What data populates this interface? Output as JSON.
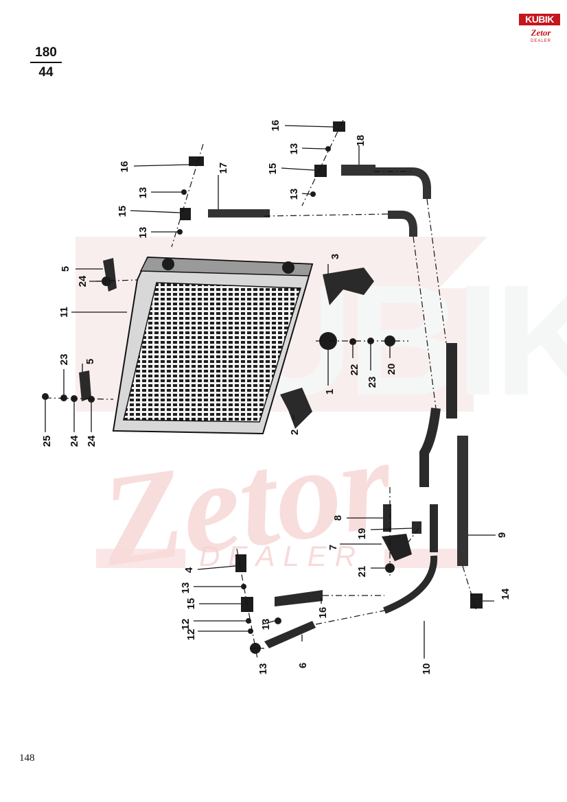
{
  "header": {
    "sheet_number": "180",
    "sheet_sub": "44",
    "dealer_logo": {
      "name": "KUBIK",
      "brand": "Zetor",
      "sub": "DEALER",
      "color": "#c4161c"
    }
  },
  "watermark": {
    "name": "KUBIK",
    "brand": "Zetor",
    "sub": "DEALER",
    "color": "#f3c6c6"
  },
  "footer": {
    "page_number": "148"
  },
  "diagram": {
    "callouts": [
      {
        "id": "c16a",
        "label": "16"
      },
      {
        "id": "c13a",
        "label": "13"
      },
      {
        "id": "c15a",
        "label": "15"
      },
      {
        "id": "c13b",
        "label": "13"
      },
      {
        "id": "c17",
        "label": "17"
      },
      {
        "id": "c16b",
        "label": "16"
      },
      {
        "id": "c13c",
        "label": "13"
      },
      {
        "id": "c15b",
        "label": "15"
      },
      {
        "id": "c13d",
        "label": "13"
      },
      {
        "id": "c18",
        "label": "18"
      },
      {
        "id": "c5a",
        "label": "5"
      },
      {
        "id": "c24a",
        "label": "24"
      },
      {
        "id": "c11",
        "label": "11"
      },
      {
        "id": "c3",
        "label": "3"
      },
      {
        "id": "c23a",
        "label": "23"
      },
      {
        "id": "c5b",
        "label": "5"
      },
      {
        "id": "c25",
        "label": "25"
      },
      {
        "id": "c24b",
        "label": "24"
      },
      {
        "id": "c24c",
        "label": "24"
      },
      {
        "id": "c1",
        "label": "1"
      },
      {
        "id": "c22",
        "label": "22"
      },
      {
        "id": "c23b",
        "label": "23"
      },
      {
        "id": "c20",
        "label": "20"
      },
      {
        "id": "c2",
        "label": "2"
      },
      {
        "id": "c8",
        "label": "8"
      },
      {
        "id": "c19",
        "label": "19"
      },
      {
        "id": "c7",
        "label": "7"
      },
      {
        "id": "c9",
        "label": "9"
      },
      {
        "id": "c4",
        "label": "4"
      },
      {
        "id": "c21",
        "label": "21"
      },
      {
        "id": "c13e",
        "label": "13"
      },
      {
        "id": "c15c",
        "label": "15"
      },
      {
        "id": "c16c",
        "label": "16"
      },
      {
        "id": "c14",
        "label": "14"
      },
      {
        "id": "c12a",
        "label": "12"
      },
      {
        "id": "c12b",
        "label": "12"
      },
      {
        "id": "c13f",
        "label": "13"
      },
      {
        "id": "c13g",
        "label": "13"
      },
      {
        "id": "c6",
        "label": "6"
      },
      {
        "id": "c10",
        "label": "10"
      }
    ]
  }
}
